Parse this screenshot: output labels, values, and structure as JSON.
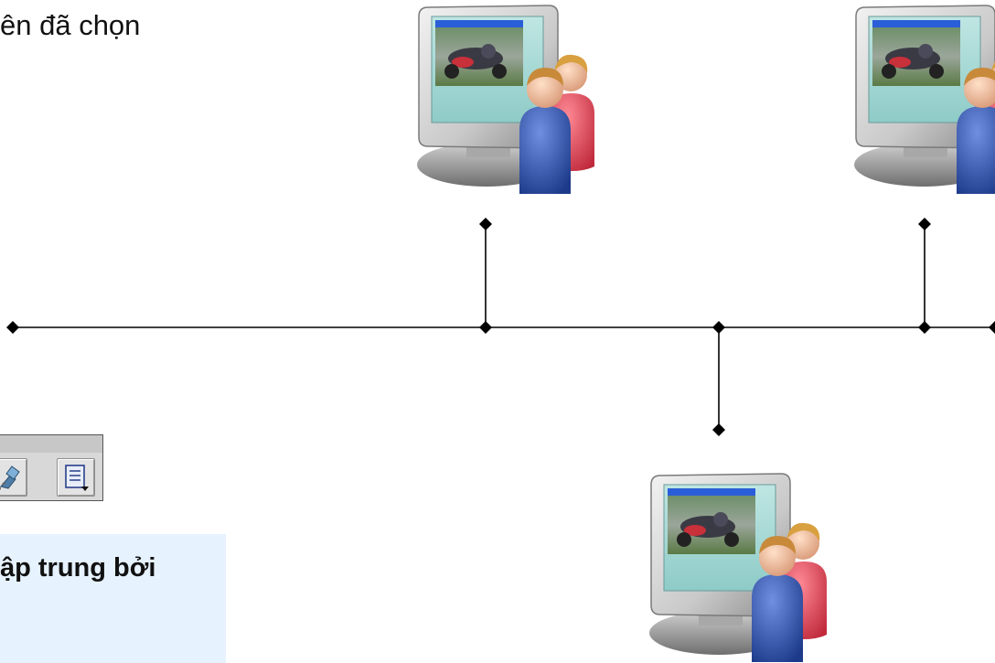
{
  "top_text": "ên đã chọn",
  "note_text": "ập trung bởi",
  "toolbar": {
    "buttons": [
      {
        "icon": "satellite-dish-icon"
      },
      {
        "icon": "document-list-icon"
      }
    ]
  },
  "nodes": [
    {
      "name": "computer-user-top-left",
      "icon": "computer-users-icon"
    },
    {
      "name": "computer-user-top-right",
      "icon": "computer-users-icon"
    },
    {
      "name": "computer-user-bottom",
      "icon": "computer-users-icon"
    }
  ],
  "colors": {
    "line": "#000000",
    "note_background": "#e6f2fd",
    "monitor_screen": "#9fd4d1",
    "person_blue": "#2c4fa0",
    "person_red": "#e04a5a"
  }
}
